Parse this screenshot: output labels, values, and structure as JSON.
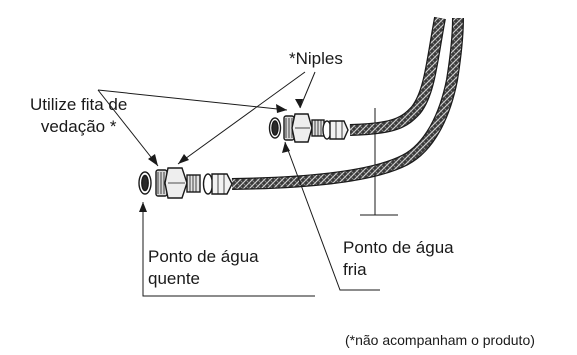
{
  "labels": {
    "niples": "*Niples",
    "sealing_tape": [
      "Utilize fita de",
      "vedação *"
    ],
    "cold_point": [
      "Ponto de água",
      "fria"
    ],
    "hot_point": [
      "Ponto de água",
      "quente"
    ],
    "footnote": "(*não acompanham o produto)"
  },
  "colors": {
    "line": "#1a1a1a",
    "metal": "#e9e9e9",
    "metal_dark": "#6a6a6a"
  }
}
